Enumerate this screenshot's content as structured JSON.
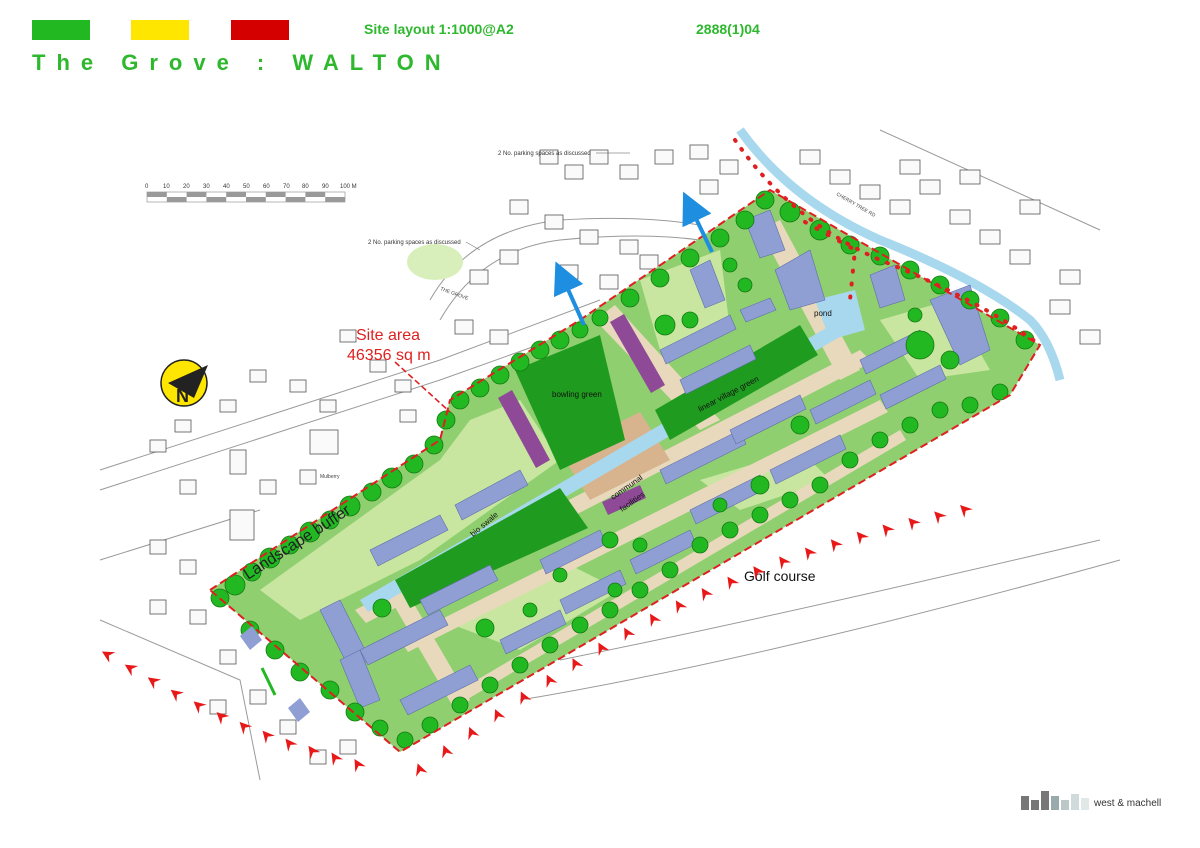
{
  "header": {
    "legend_colors": [
      "#22b822",
      "#ffe600",
      "#d40000"
    ],
    "subtitle": "Site layout 1:1000@A2",
    "drawing_number": "2888(1)04",
    "title": "The Grove : WALTON"
  },
  "map": {
    "scale_bar": {
      "labels": [
        "0",
        "10",
        "20",
        "30",
        "40",
        "50",
        "60",
        "70",
        "80",
        "90",
        "100 M"
      ]
    },
    "annotations": {
      "parking_top": "2 No. parking spaces as discussed",
      "parking_left": "2 No. parking spaces as discussed",
      "site_area_line1": "Site area",
      "site_area_line2": "46356 sq m",
      "street_the_grove": "THE GROVE",
      "street_cherry": "CHERRY TREE RD",
      "mulberry": "Mulberry",
      "landscape_buffer": "Landscape buffer",
      "bowling_green": "bowling green",
      "linear_village_green": "linear village green",
      "pond": "pond",
      "bio_swale": "bio swale",
      "communal_line1": "communal",
      "communal_line2": "facilities",
      "golf_course": "Golf course",
      "north": "N"
    },
    "colors": {
      "boundary": "#e02020",
      "trees": "#22b822",
      "grass": "#c8e6a0",
      "housing": "#8f9fd4",
      "water": "#a8d8ee",
      "paths": "#e8d8bc",
      "square": "#d8b48e",
      "facility": "#8e4a96",
      "dark_green": "#1f9c1f"
    }
  },
  "footer": {
    "logo_text": "west & machell"
  }
}
